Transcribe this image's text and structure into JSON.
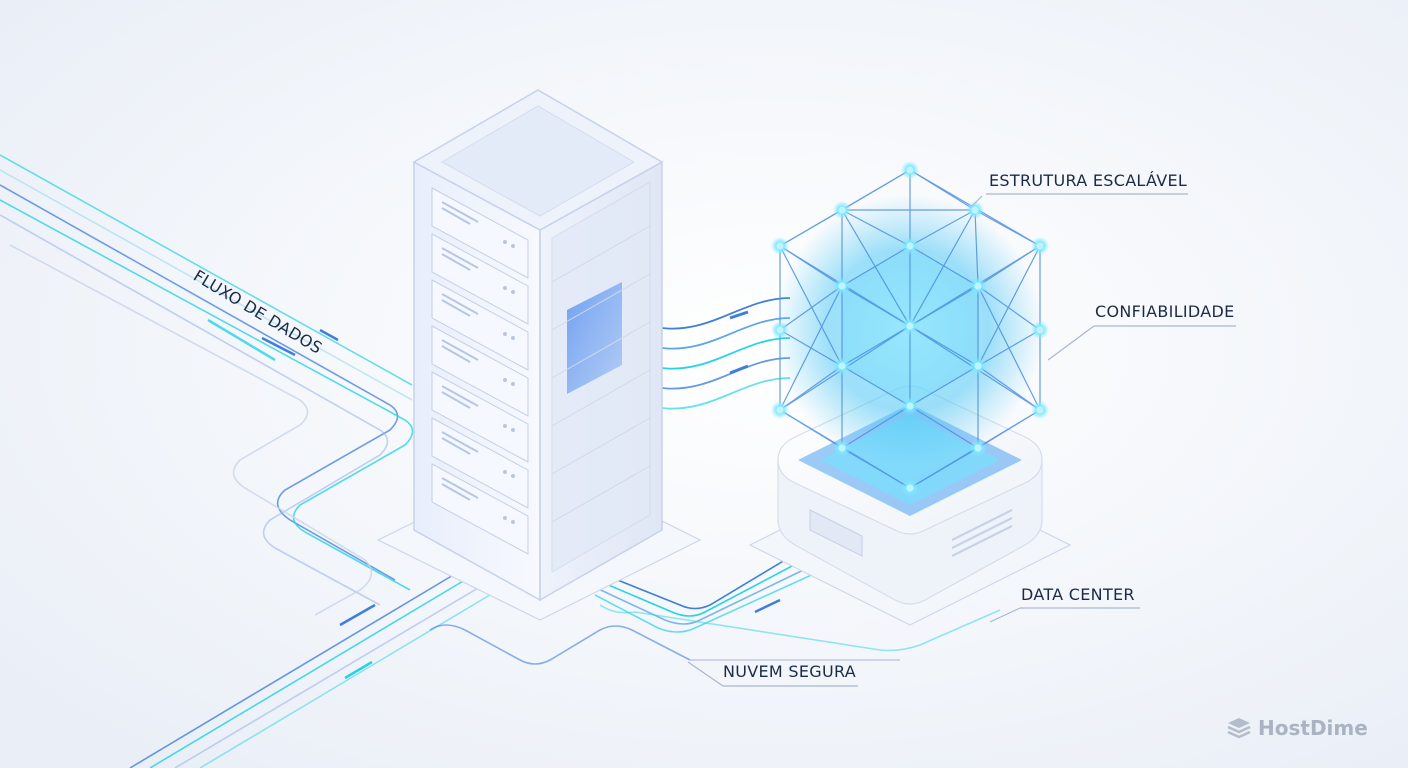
{
  "labels": {
    "estrutura": "ESTRUTURA ESCALÁVEL",
    "confiabilidade": "CONFIABILIDADE",
    "data_center": "DATA CENTER",
    "nuvem": "NUVEM SEGURA",
    "fluxo": "FLUXO DE DADOS"
  },
  "brand": {
    "name": "HostDime",
    "icon": "stacked-layers-icon"
  },
  "colors": {
    "background": "#f2f5fa",
    "line_blue": "#3f7fdb",
    "line_cyan": "#27d3e3",
    "cube_glow": "#5fd8ff",
    "label_text": "#1c2b45",
    "brand_gray": "#a9b3c2"
  }
}
